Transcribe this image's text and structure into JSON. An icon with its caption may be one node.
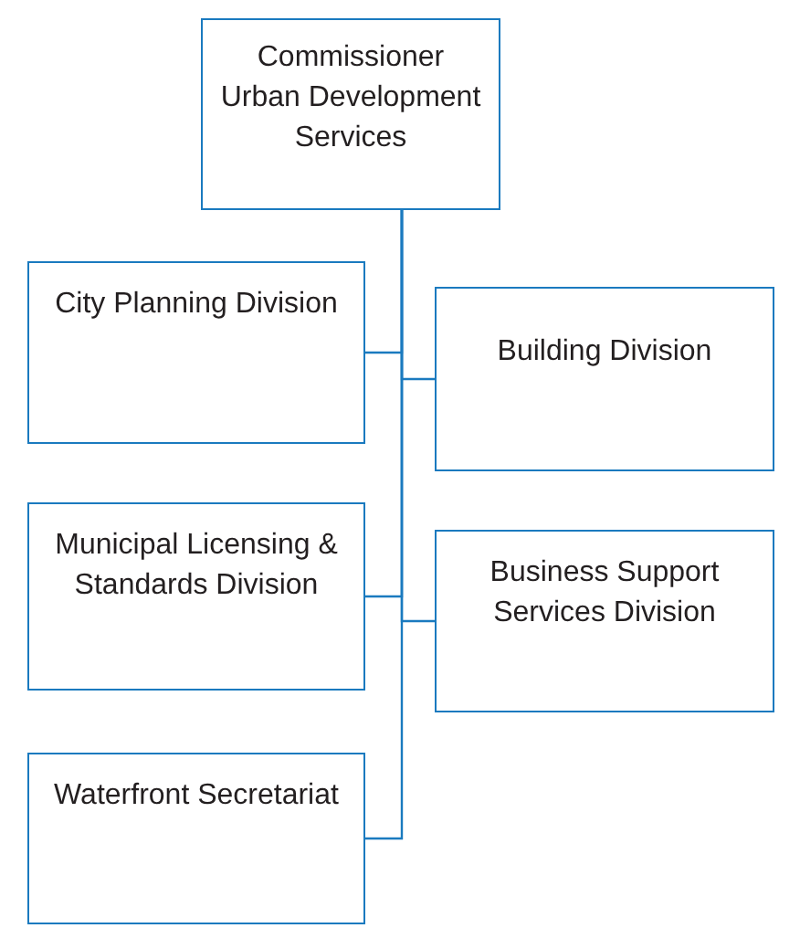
{
  "diagram": {
    "nodes": [
      {
        "text": [
          "Commissioner Urban Development Services"
        ]
      },
      {
        "text": [
          "City Planning Division"
        ]
      },
      {
        "text": [
          "Building Division"
        ]
      },
      {
        "text": [
          "Municipal Licensing & Standards Division"
        ]
      },
      {
        "text": [
          "Business Support Services Division"
        ]
      },
      {
        "text": [
          "Waterfront Secretariat"
        ]
      }
    ],
    "edges": [
      {
        "from": 0,
        "to": 1,
        "arrow": "none"
      },
      {
        "from": 0,
        "to": 2,
        "arrow": "none"
      },
      {
        "from": 0,
        "to": 3,
        "arrow": "none"
      },
      {
        "from": 0,
        "to": 4,
        "arrow": "none"
      },
      {
        "from": 0,
        "to": 5,
        "arrow": "none"
      }
    ]
  }
}
